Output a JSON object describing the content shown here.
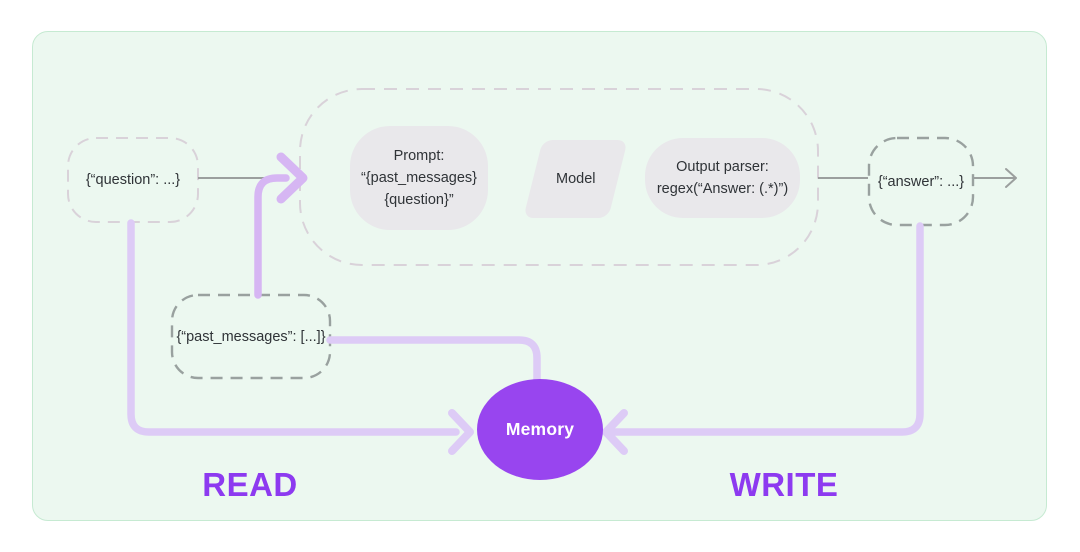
{
  "diagram": {
    "title": "LLM chain with memory read/write flow",
    "nodes": {
      "question": {
        "label": "{“question”: ...}"
      },
      "prompt": {
        "label": "Prompt:\n“{past_messages}\n{question}”"
      },
      "model": {
        "label": "Model"
      },
      "output_parser": {
        "label": "Output parser:\nregex(“Answer: (.*)”)"
      },
      "answer": {
        "label": "{“answer”: ...}"
      },
      "past_messages": {
        "label": "{“past_messages”: [...]}"
      },
      "memory": {
        "label": "Memory"
      }
    },
    "annotations": {
      "read": "READ",
      "write": "WRITE"
    },
    "colors": {
      "page_bg": "#ffffff",
      "card_bg": "#ecf8f0",
      "card_border": "#c6ead2",
      "memory_fill": "#9845ef",
      "mode_label_purple": "#8d3af0",
      "line_purple_pale": "#ddcbf6",
      "line_purple_medium": "#d6b6f3",
      "line_gray": "#9b9f9e",
      "node_fill_gray": "#e9e8eb",
      "dash_light": "#d9d2d9",
      "dash_dark": "#99a19f",
      "node_text": "#2f3337"
    }
  }
}
